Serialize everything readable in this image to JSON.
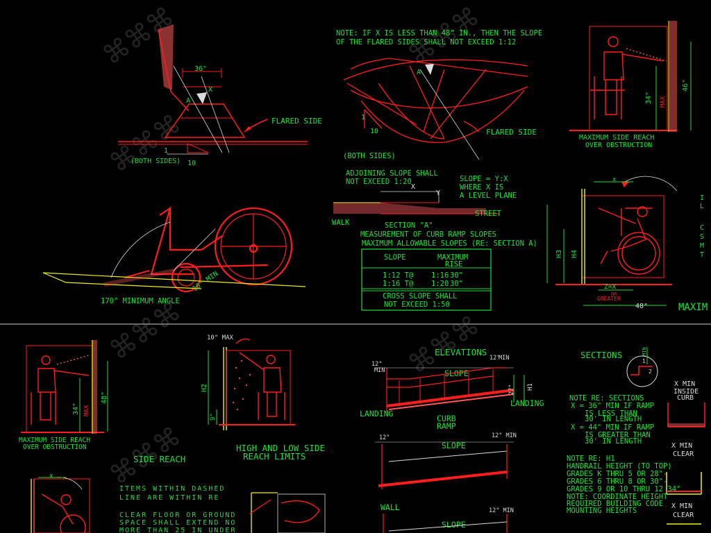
{
  "top": {
    "flared_left": {
      "dim_36": "36\"",
      "x": "X",
      "a": "A",
      "flared_side": "FLARED SIDE",
      "one": "1",
      "both_sides": "(BOTH SIDES)",
      "ten": "10"
    },
    "note": {
      "line1": "NOTE: IF X IS LESS THAN 48\" IN., THEN THE SLOPE",
      "line2": "OF THE FLARED SIDES SHALL NOT EXCEED 1:12"
    },
    "flared_mid": {
      "a": "A",
      "one": "1",
      "ten": "10",
      "flared_side": "FLARED SIDE",
      "both_sides": "(BOTH SIDES)"
    },
    "wheelchair_side": {
      "min_16": "16\" MIN",
      "angle": "170\" MINIMUM ANGLE"
    },
    "section_a": {
      "adjoin1": "ADJOINING SLOPE SHALL",
      "adjoin2": "NOT EXCEED 1:20",
      "x": "X",
      "y": "Y",
      "slope1": "SLOPE = Y:X",
      "slope2": "WHERE X IS",
      "slope3": "A LEVEL PLANE",
      "street": "STREET",
      "walk": "WALK",
      "title": "SECTION \"A\"",
      "measure": "MEASUREMENT OF CURB RAMP SLOPES",
      "maxallow": "MAXIMUM ALLOWABLE SLOPES (RE: SECTION A)"
    },
    "table": {
      "head1": "SLOPE",
      "head2": "MAXIMUM",
      "head3": "RISE",
      "rows": [
        [
          "1:12  T@",
          "1:16",
          "30\""
        ],
        [
          "1:16  T@",
          "1:20",
          "30\""
        ]
      ],
      "foot1": "CROSS SLOPE SHALL",
      "foot2": "NOT EXCEED 1:50"
    },
    "side_reach_top": {
      "dim34": "34\"",
      "max": "MAX",
      "dim46": "46\"",
      "cap1": "MAXIMUM SIDE REACH",
      "cap2": "OVER OBSTRUCTION"
    },
    "forward_reach": {
      "x": "x",
      "h3": "H3",
      "h4": "H4",
      "z": "Z=X",
      "or": "OR",
      "greater": "GREATER",
      "dim48": "48\"",
      "maxim": "MAXIM",
      "edge_chars": [
        "I",
        "L",
        "C",
        "S",
        "M",
        "T"
      ]
    }
  },
  "bottom": {
    "side_reach_left": {
      "max": "MAX",
      "dim34": "34\"",
      "dim46": "48\"",
      "cap1": "MAXIMUM SIDE REACH",
      "cap2": "OVER OBSTRUCTION",
      "title": "SIDE REACH"
    },
    "high_low": {
      "dim10": "10\" MAX",
      "h2": "H2",
      "nine": "9\"",
      "title1": "HIGH AND LOW SIDE",
      "title2": "REACH LIMITS"
    },
    "dashed_note": {
      "line1": "ITEMS WITHIN DASHED",
      "line2": "LINE ARE WITHIN RE",
      "line3": "CLEAR FLOOR OR GROUND",
      "line4": "SPACE SHALL EXTEND NO",
      "line5": "MORE THAN 25 IN UNDER"
    },
    "forward_small": {
      "x": "x"
    },
    "elevations": {
      "title": "ELEVATIONS",
      "min12a": "12\"",
      "min12b": "MIN",
      "min12c": "12\"",
      "min12d": "MIN",
      "slope": "SLOPE",
      "dim27": "27\"",
      "h1": "H1",
      "landing_r": "LANDING",
      "landing_l": "LANDING",
      "curb": "CURB",
      "ramp": "RAMP",
      "min12e": "12\"",
      "min12f": "12\" MIN",
      "slope2": "SLOPE",
      "wall": "WALL",
      "min12g": "12\" MIN",
      "slope3": "SLOPE"
    },
    "sections": {
      "title": "SECTIONS",
      "min": "MIN",
      "one": "1",
      "two": "2",
      "note1": "NOTE RE: SECTIONS",
      "note2": "X = 36\" MIN IF RAMP",
      "note3": "IS LESS THAN",
      "note4": "30' IN LENGTH",
      "note5": "X = 44\" MIN IF RAMP",
      "note6": "IS GREATER THAN",
      "note7": "30' IN LENGTH",
      "xmin1": "X MIN",
      "inside": "INSIDE",
      "curb": "CURB",
      "xmin2": "X MIN",
      "clear": "CLEAR",
      "xmin3": "X MIN",
      "clear2": "CLEAR"
    },
    "handrail": {
      "l1": "NOTE RE: H1",
      "l2": "HANDRAIL HEIGHT (TO TOP)",
      "l3": "GRADES K THRU 5 OR    28\"-",
      "l4": "GRADES 6 THRU 8 OR    30\"-",
      "l5": "GRADES 9 OR 10 THRU 12  34\"",
      "l6": "NOTE: COORDINATE HEIGHT",
      "l7": "REQUIRED BUILDING CODE",
      "l8": "MOUNTING HEIGHTS"
    }
  },
  "colors": {
    "bg": "#000000",
    "red": "#ff1e1e",
    "green": "#22e03a",
    "yellow": "#f0f020",
    "white": "#e6e6e6",
    "cyan": "#30e0e0",
    "divider": "#8a8a8a",
    "hatch": "#ff5a5a"
  }
}
